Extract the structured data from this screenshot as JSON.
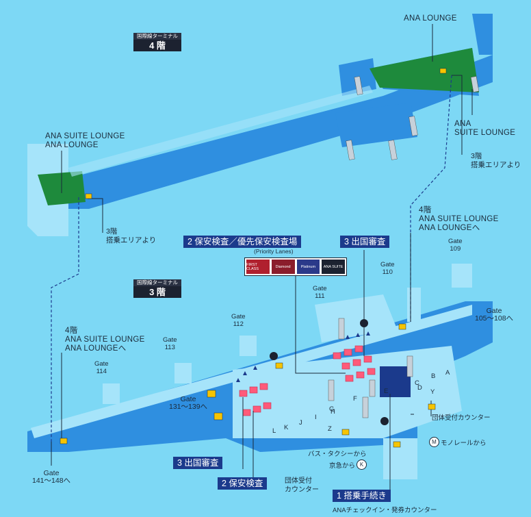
{
  "floor4": {
    "tag": "国際線ターミナル",
    "label": "4 階"
  },
  "floor3": {
    "tag": "国際線ターミナル",
    "label": "3 階"
  },
  "labels": {
    "ana_lounge_top": "ANA LOUNGE",
    "ana_suite_right": [
      "ANA",
      "SUITE LOUNGE"
    ],
    "from_3f_right": "3階",
    "from_3f_right_sub": "搭乗エリアより",
    "left_lounge": [
      "ANA SUITE LOUNGE",
      "ANA LOUNGE"
    ],
    "from_3f_left": "3階",
    "from_3f_left_sub": "搭乗エリアより",
    "to_4f_right": [
      "4階",
      "ANA SUITE LOUNGE",
      "ANA LOUNGEへ"
    ],
    "to_4f_left": [
      "4階",
      "ANA SUITE LOUNGE",
      "ANA LOUNGEへ"
    ]
  },
  "gates": {
    "g109": [
      "Gate",
      "109"
    ],
    "g110": [
      "Gate",
      "110"
    ],
    "g111": [
      "Gate",
      "111"
    ],
    "g112": [
      "Gate",
      "112"
    ],
    "g113": [
      "Gate",
      "113"
    ],
    "g114": [
      "Gate",
      "114"
    ],
    "g105": [
      "Gate",
      "105〜108へ"
    ],
    "g131": [
      "Gate",
      "131〜139へ"
    ],
    "g141": [
      "Gate",
      "141〜148へ"
    ]
  },
  "boxes": {
    "security_priority": "2 保安検査／優先保安検査場",
    "priority_sub": "(Priority Lanes)",
    "emigration_top": "3 出国審査",
    "emigration_bottom": "3 出国審査",
    "security": "2 保安検査",
    "checkin": "1 搭乗手続き",
    "checkin_sub": "ANAチェックイン・発券カウンター"
  },
  "badges": [
    {
      "text": "FIRST CLASS",
      "color": "#b0202e"
    },
    {
      "text": "Diamond",
      "color": "#8b1d2c"
    },
    {
      "text": "Platinum",
      "color": "#2b3a8a"
    },
    {
      "text": "ANA SUITE",
      "color": "#1c2230"
    }
  ],
  "legend": {
    "group_counter": "団体受付カウンター",
    "monorail": "モノレールから",
    "bus_taxi": "バス・タクシーから",
    "keikyu": "京急から",
    "group_counter_bottom": [
      "団体受付",
      "カウンター"
    ]
  },
  "counters": [
    "A",
    "B",
    "C",
    "D",
    "E",
    "F",
    "G",
    "H",
    "I",
    "J",
    "K",
    "L",
    "Y",
    "Z"
  ],
  "colors": {
    "background": "#7dd8f5",
    "floor": "#2f8fe0",
    "floor_light": "#a6e4fa",
    "lounge": "#1e8a3c",
    "navy": "#1b3a8c",
    "checkpoint": "#ff5a7a"
  }
}
